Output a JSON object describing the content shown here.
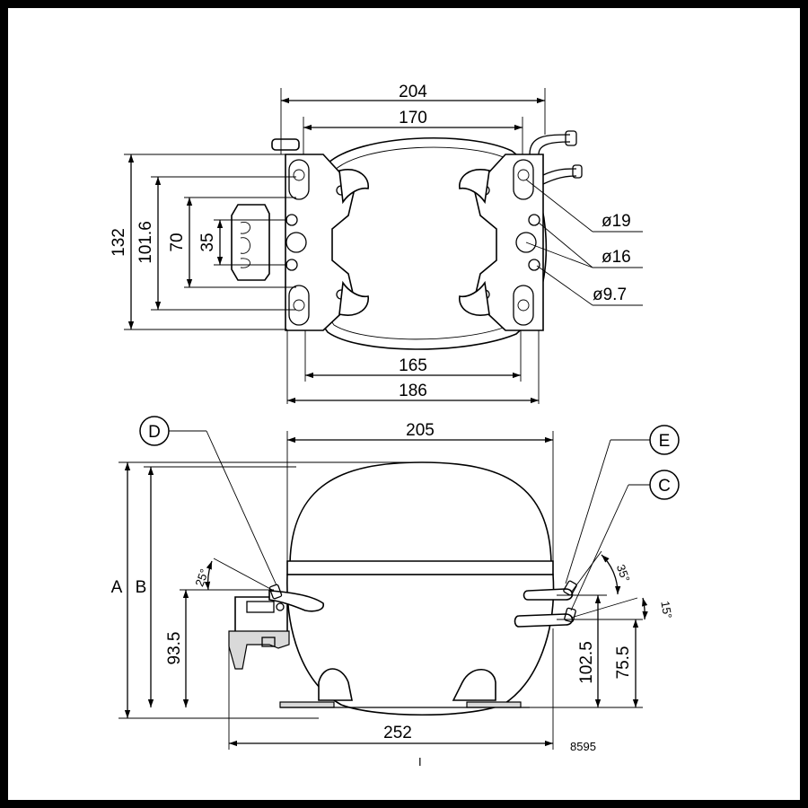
{
  "top_view": {
    "dims": {
      "w204": "204",
      "w170": "170",
      "w165": "165",
      "w186": "186",
      "h132": "132",
      "h101_6": "101.6",
      "h70": "70",
      "h35": "35"
    },
    "holes": {
      "d19": "ø19",
      "d16": "ø16",
      "d9_7": "ø9.7"
    }
  },
  "side_view": {
    "dims": {
      "w205": "205",
      "w252": "252",
      "h93_5": "93.5",
      "h102_5": "102.5",
      "h75_5": "75.5",
      "a": "A",
      "b": "B"
    },
    "angles": {
      "a25": "25°",
      "a35": "35°",
      "a15": "15°"
    },
    "callouts": {
      "d": "D",
      "e": "E",
      "c": "C"
    }
  },
  "drawing_number": "8595",
  "footer_mark": "I"
}
